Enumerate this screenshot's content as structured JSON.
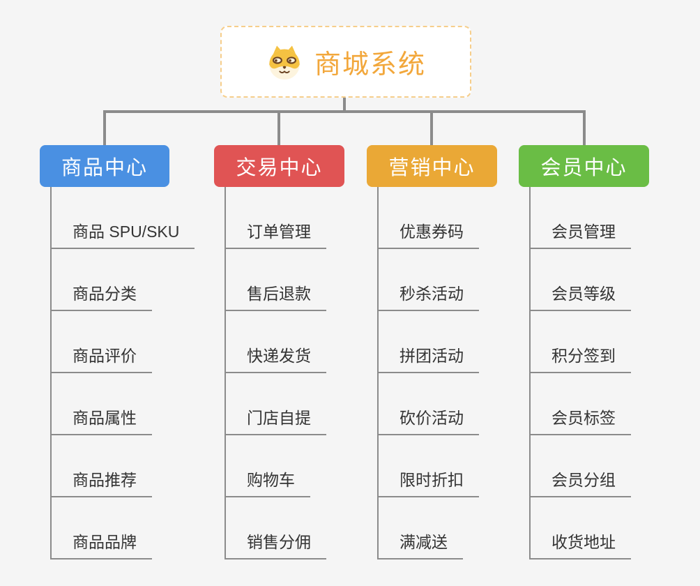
{
  "root": {
    "title": "商城系统",
    "icon": "dog-face-icon",
    "text_color": "#f2a73b",
    "border_color": "#f6ce8b"
  },
  "colors": {
    "background": "#f5f5f5",
    "connector": "#8b8b8b",
    "leaf_text": "#333333",
    "node_text": "#ffffff"
  },
  "branches": [
    {
      "label": "商品中心",
      "color": "#4a90e2",
      "children": [
        "商品 SPU/SKU",
        "商品分类",
        "商品评价",
        "商品属性",
        "商品推荐",
        "商品品牌"
      ]
    },
    {
      "label": "交易中心",
      "color": "#e05454",
      "children": [
        "订单管理",
        "售后退款",
        "快递发货",
        "门店自提",
        "购物车",
        "销售分佣"
      ]
    },
    {
      "label": "营销中心",
      "color": "#eaa836",
      "children": [
        "优惠券码",
        "秒杀活动",
        "拼团活动",
        "砍价活动",
        "限时折扣",
        "满减送"
      ]
    },
    {
      "label": "会员中心",
      "color": "#6abd45",
      "children": [
        "会员管理",
        "会员等级",
        "积分签到",
        "会员标签",
        "会员分组",
        "收货地址"
      ]
    }
  ]
}
